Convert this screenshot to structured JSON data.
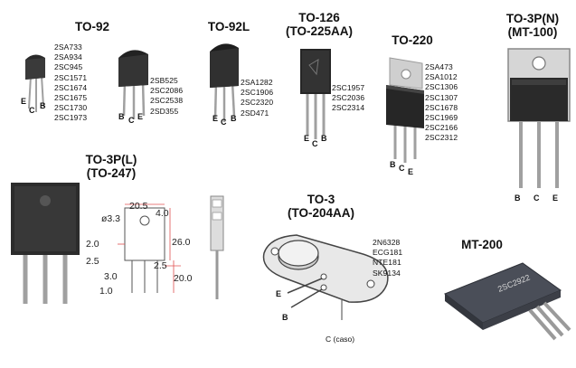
{
  "packages": {
    "to92": {
      "title": "TO-92",
      "parts": [
        "2SA733",
        "2SA934",
        "2SC945",
        "2SC1571",
        "2SC1674",
        "2SC1675",
        "2SC1730",
        "2SC1973"
      ],
      "pins": [
        "E",
        "C",
        "B"
      ]
    },
    "to92_b": {
      "parts": [
        "2SB525",
        "2SC2086",
        "2SC2538",
        "2SD355"
      ],
      "pins": [
        "B",
        "C",
        "E"
      ]
    },
    "to92l": {
      "title": "TO-92L",
      "parts": [
        "2SA1282",
        "2SC1906",
        "2SC2320",
        "2SD471"
      ],
      "pins": [
        "E",
        "C",
        "B"
      ]
    },
    "to126": {
      "title": "TO-126\n(TO-225AA)",
      "parts": [
        "2SC1957",
        "2SC2036",
        "2SC2314"
      ],
      "pins": [
        "E",
        "C",
        "B"
      ]
    },
    "to220": {
      "title": "TO-220",
      "parts": [
        "2SA473",
        "2SA1012",
        "2SC1306",
        "2SC1307",
        "2SC1678",
        "2SC1969",
        "2SC2166",
        "2SC2312"
      ],
      "pins": [
        "B",
        "C",
        "E"
      ]
    },
    "to3pn": {
      "title": "TO-3P(N)\n(MT-100)",
      "pins": [
        "B",
        "C",
        "E"
      ]
    },
    "to3pl": {
      "title": "TO-3P(L)\n(TO-247)",
      "dims": [
        "20.5",
        "4.0",
        "ø3.3",
        "26.0",
        "2.0",
        "2.5",
        "2.5",
        "3.0",
        "20.0",
        "1.0"
      ]
    },
    "to3": {
      "title": "TO-3\n(TO-204AA)",
      "parts": [
        "2N6328",
        "ECG181",
        "NTE181",
        "SK9134"
      ],
      "pins": [
        "E",
        "B"
      ],
      "case_label": "C (caso)"
    },
    "mt200": {
      "title": "MT-200",
      "marking": "2SC2922"
    }
  },
  "colors": {
    "body": "#222222",
    "lead": "#9a9a9a",
    "tab": "#c8c8c8",
    "dim_line": "#e05050"
  }
}
